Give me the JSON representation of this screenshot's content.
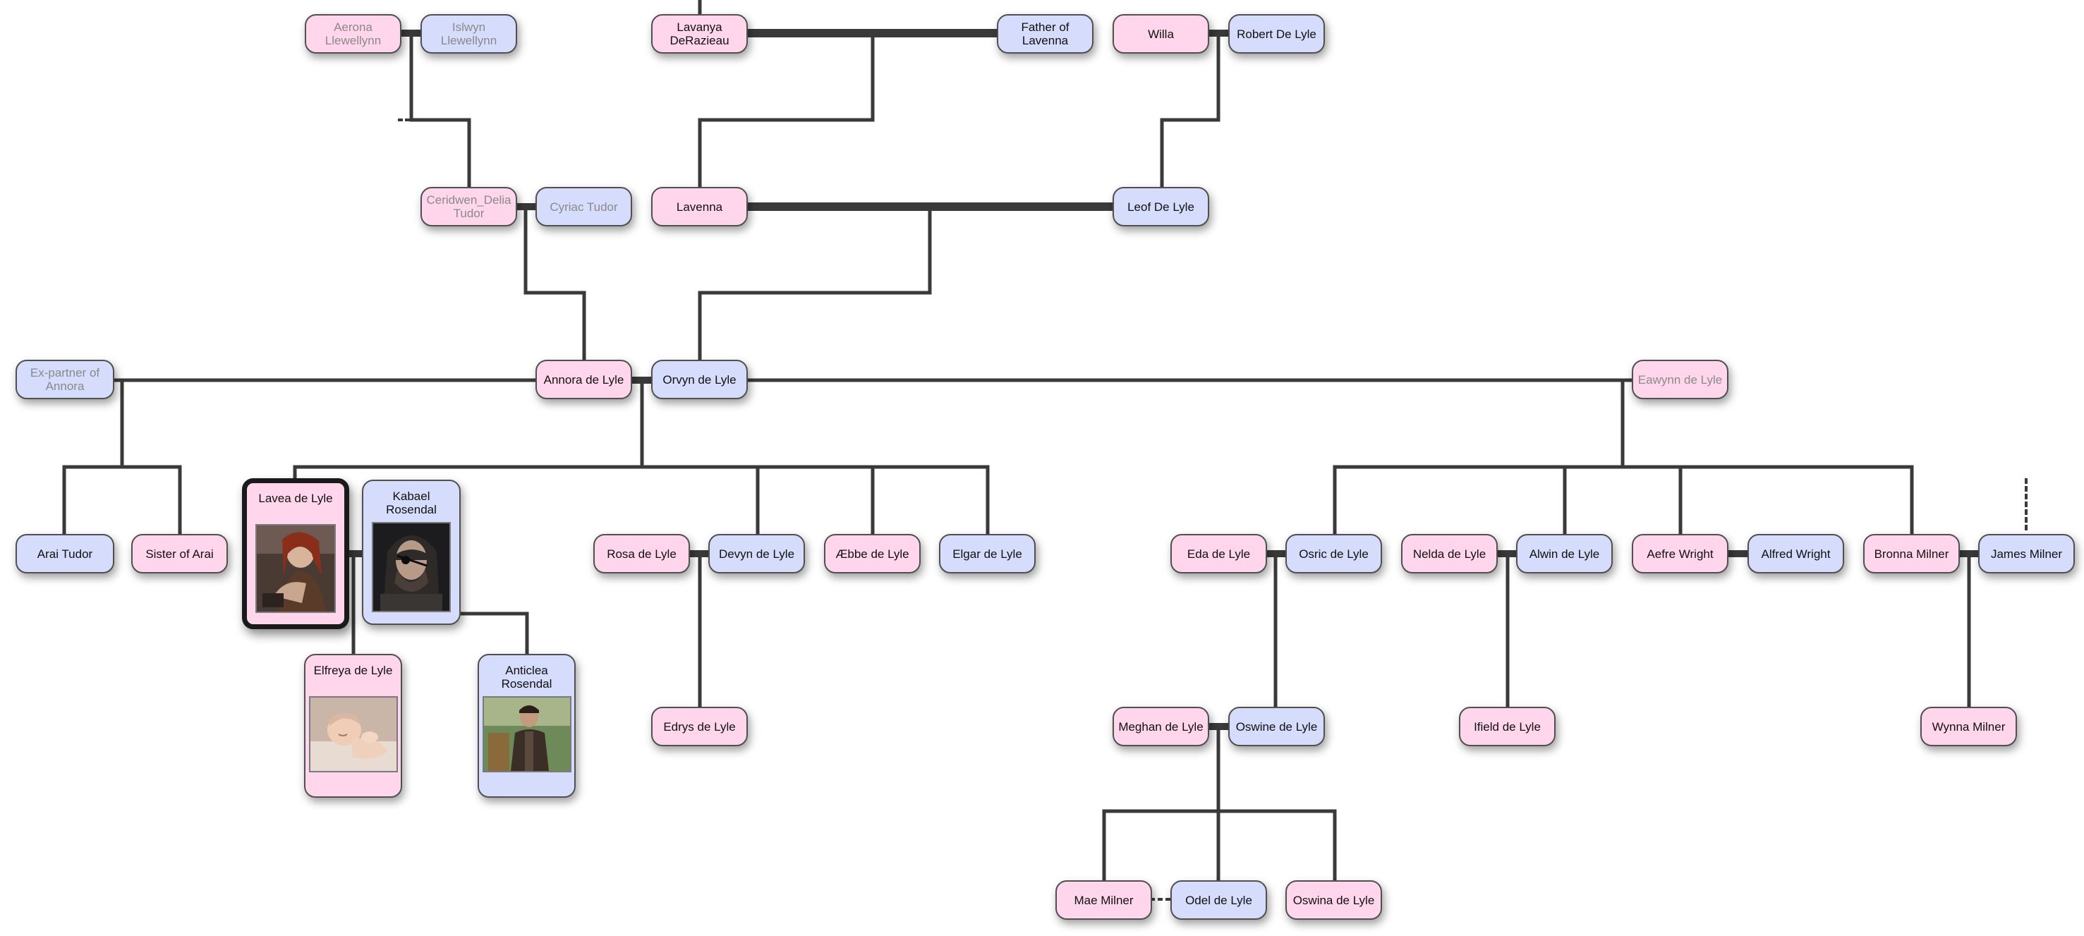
{
  "people": {
    "aerona": {
      "name": "Aerona Llewellynn"
    },
    "islwyn": {
      "name": "Islwyn Llewellynn"
    },
    "lavanya": {
      "name": "Lavanya DeRazieau"
    },
    "father_lavenna": {
      "name": "Father of Lavenna"
    },
    "willa": {
      "name": "Willa"
    },
    "robert": {
      "name": "Robert De Lyle"
    },
    "ceridwen": {
      "name": "Ceridwen_Delia Tudor"
    },
    "cyriac": {
      "name": "Cyriac Tudor"
    },
    "lavenna": {
      "name": "Lavenna"
    },
    "leof": {
      "name": "Leof De Lyle"
    },
    "ex_partner": {
      "name": "Ex-partner of Annora"
    },
    "annora": {
      "name": "Annora de Lyle"
    },
    "orvyn": {
      "name": "Orvyn de Lyle"
    },
    "eawynn": {
      "name": "Eawynn de Lyle"
    },
    "arai": {
      "name": "Arai Tudor"
    },
    "sister_arai": {
      "name": "Sister of Arai"
    },
    "lavea": {
      "name": "Lavea de Lyle"
    },
    "kabael": {
      "name": "Kabael Rosendal"
    },
    "rosa": {
      "name": "Rosa de Lyle"
    },
    "devyn": {
      "name": "Devyn de Lyle"
    },
    "aebbe": {
      "name": "Æbbe de Lyle"
    },
    "elgar": {
      "name": "Elgar de Lyle"
    },
    "eda": {
      "name": "Eda de Lyle"
    },
    "osric": {
      "name": "Osric de Lyle"
    },
    "nelda": {
      "name": "Nelda de Lyle"
    },
    "alwin": {
      "name": "Alwin de Lyle"
    },
    "aefre": {
      "name": "Aefre Wright"
    },
    "alfred": {
      "name": "Alfred Wright"
    },
    "bronna": {
      "name": "Bronna Milner"
    },
    "james": {
      "name": "James Milner"
    },
    "elfreya": {
      "name": "Elfreya de Lyle"
    },
    "anticlea": {
      "name": "Anticlea Rosendal"
    },
    "edrys": {
      "name": "Edrys de Lyle"
    },
    "meghan": {
      "name": "Meghan de Lyle"
    },
    "oswine": {
      "name": "Oswine de Lyle"
    },
    "ifield": {
      "name": "Ifield de Lyle"
    },
    "wynna": {
      "name": "Wynna Milner"
    },
    "mae": {
      "name": "Mae Milner"
    },
    "odel": {
      "name": "Odel de Lyle"
    },
    "oswina": {
      "name": "Oswina de Lyle"
    }
  },
  "colors": {
    "female": "#ffd6ec",
    "male": "#d6dcfb",
    "line": "#3a3a3a",
    "faded_text": "#8a8a8a"
  }
}
